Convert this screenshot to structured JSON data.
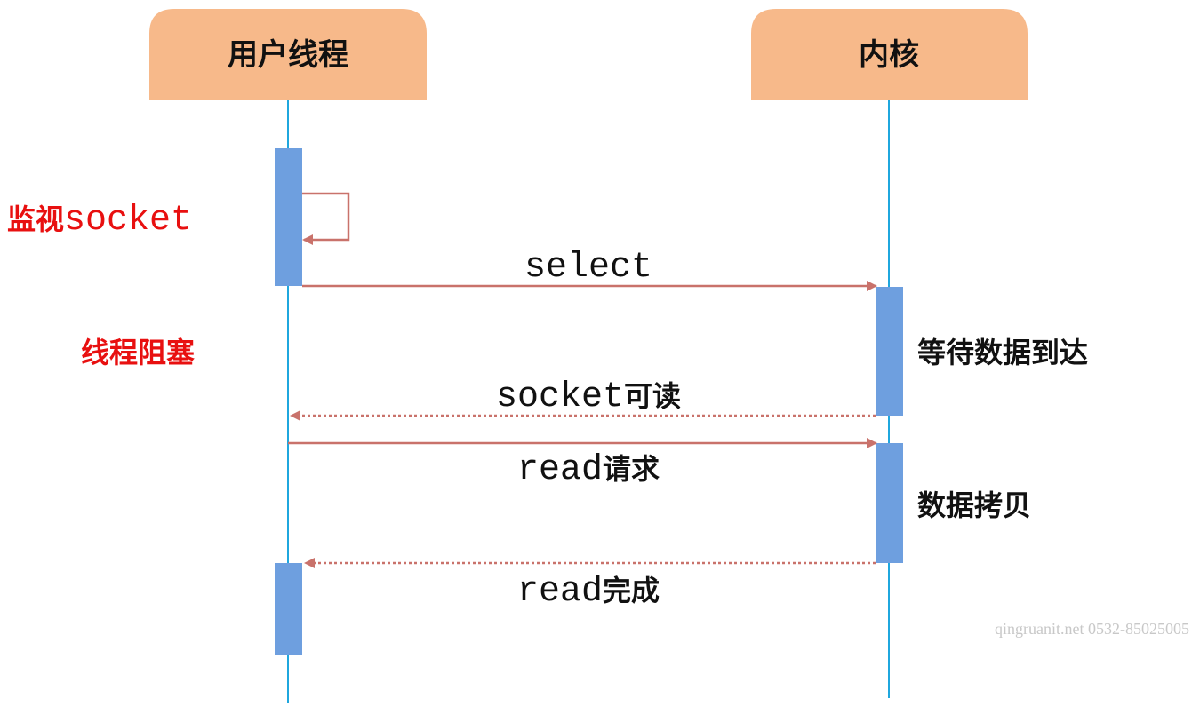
{
  "colors": {
    "header_fill": "#F7B98A",
    "lifeline": "#1FA7DE",
    "activation": "#6E9FDF",
    "arrow": "#C9726B",
    "note_red": "#E81010",
    "text": "#111111",
    "watermark": "#C8C8C8"
  },
  "participants": {
    "user_thread": "用户线程",
    "kernel": "内核"
  },
  "messages": {
    "select": "select",
    "socket_readable_prefix": "socket",
    "socket_readable_suffix": "可读",
    "read_request_prefix": "read",
    "read_request_suffix": "请求",
    "read_complete_prefix": "read",
    "read_complete_suffix": "完成"
  },
  "notes": {
    "monitor_prefix": "监视",
    "monitor_suffix": "socket",
    "thread_blocked": "线程阻塞",
    "wait_data": "等待数据到达",
    "data_copy": "数据拷贝"
  },
  "watermark": "qingruanit.net 0532-85025005"
}
